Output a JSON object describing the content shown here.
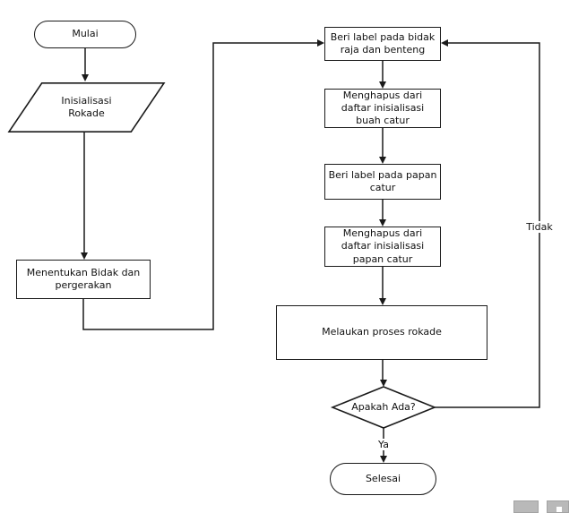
{
  "diagram": {
    "type": "flowchart",
    "language": "Indonesian",
    "nodes": {
      "start": {
        "shape": "terminator",
        "label": "Mulai"
      },
      "init": {
        "shape": "data-parallelogram",
        "label": "Inisialisasi\nRokade"
      },
      "determine": {
        "shape": "process",
        "label": "Menentukan Bidak dan\npergerakan"
      },
      "label_pieces": {
        "shape": "process",
        "label": "Beri label pada bidak\nraja dan benteng"
      },
      "remove_pieces": {
        "shape": "process",
        "label": "Menghapus dari\ndaftar inisialisasi\nbuah catur"
      },
      "label_board": {
        "shape": "process",
        "label": "Beri label pada papan\ncatur"
      },
      "remove_board": {
        "shape": "process",
        "label": "Menghapus dari\ndaftar inisialisasi\npapan catur"
      },
      "process_castling": {
        "shape": "process",
        "label": "Melaukan proses rokade"
      },
      "decision": {
        "shape": "decision",
        "label": "Apakah Ada?"
      },
      "end": {
        "shape": "terminator",
        "label": "Selesai"
      }
    },
    "edge_labels": {
      "yes": "Ya",
      "no": "Tidak"
    }
  },
  "colors": {
    "stroke": "#1a1a1a",
    "node-fill": "#ffffff",
    "artifact-gray": "#b9b9b9",
    "artifact-border": "#a3a3a3"
  }
}
